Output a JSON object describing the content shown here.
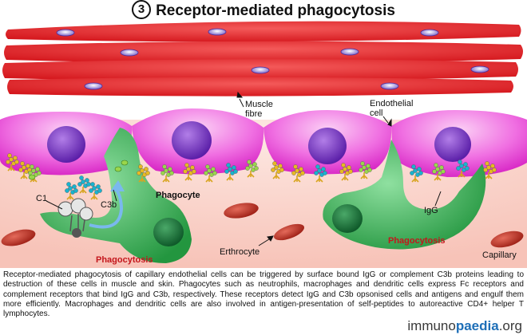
{
  "title": {
    "number": "3",
    "text": "Receptor-mediated phagocytosis"
  },
  "labels": {
    "muscle_fibre": "Muscle\nfibre",
    "endothelial_cell": "Endothelial\ncell",
    "c1": "C1",
    "c3b": "C3b",
    "phagocyte": "Phagocyte",
    "igg": "IgG",
    "phagocytosis_left": "Phagocytosis",
    "phagocytosis_right": "Phagocytosis",
    "erythrocyte": "Erthrocyte",
    "capillary": "Capillary"
  },
  "caption": "Receptor-mediated phagocytosis of capillary endothelial cells can be triggered by surface bound IgG or complement C3b proteins leading to destruction of these cells in muscle and skin. Phagocytes such as neutrophils, macrophages and dendritic cells express Fc receptors and complement receptors that bind IgG and C3b, respectively. These receptors detect IgG and C3b opsonised cells and antigens and engulf them more efficiently. Macrophages and dendritic cells are also involved in antigen-presentation of self-peptides to autoreactive CD4+ helper T lymphocytes.",
  "logo": {
    "prefix": "immuno",
    "middle": "paedia",
    "suffix": ".org"
  },
  "colors": {
    "muscle": "#e0262b",
    "endothelium": "#e838d6",
    "nucleus": "#7b35c9",
    "phagocyte": "#38b15a",
    "phagocyte_nucleus": "#1e7a3c",
    "capillary_lumen": "#fbd6ce",
    "erythrocyte": "#c0392b",
    "igg": "#e8b923",
    "c3b": "#9ad64c"
  }
}
